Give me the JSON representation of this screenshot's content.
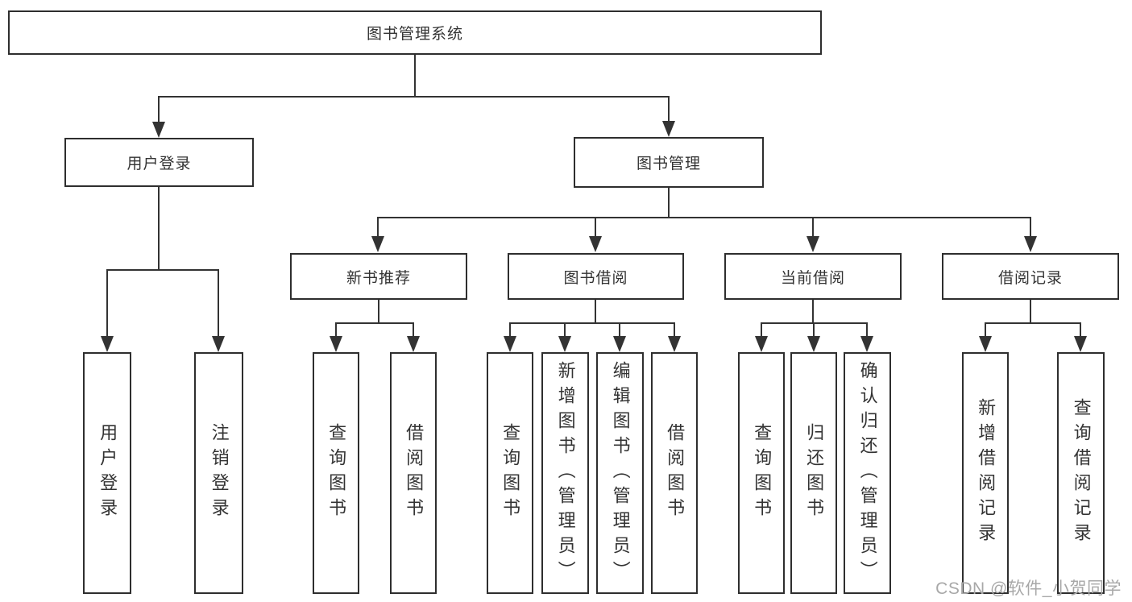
{
  "colors": {
    "line": "#333333",
    "border": "#2e2e2e",
    "text": "#333333",
    "watermark": "#a8a8a8",
    "bg": "#ffffff"
  },
  "tree": {
    "label": "图书管理系统",
    "children": [
      {
        "label": "用户登录",
        "children": [
          {
            "label": "用户登录"
          },
          {
            "label": "注销登录"
          }
        ]
      },
      {
        "label": "图书管理",
        "children": [
          {
            "label": "新书推荐",
            "children": [
              {
                "label": "查询图书"
              },
              {
                "label": "借阅图书"
              }
            ]
          },
          {
            "label": "图书借阅",
            "children": [
              {
                "label": "查询图书"
              },
              {
                "label": "新增图书（管理员）"
              },
              {
                "label": "编辑图书（管理员）"
              },
              {
                "label": "借阅图书"
              }
            ]
          },
          {
            "label": "当前借阅",
            "children": [
              {
                "label": "查询图书"
              },
              {
                "label": "归还图书"
              },
              {
                "label": "确认归还（管理员）"
              }
            ]
          },
          {
            "label": "借阅记录",
            "children": [
              {
                "label": "新增借阅记录"
              },
              {
                "label": "查询借阅记录"
              }
            ]
          }
        ]
      }
    ]
  },
  "watermark": {
    "text": "CSDN @软件_小贺同学"
  }
}
